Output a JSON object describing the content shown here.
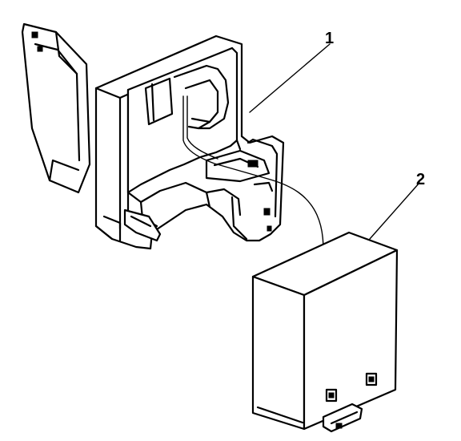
{
  "callouts": [
    {
      "id": "bracket",
      "label": "1"
    },
    {
      "id": "module",
      "label": "2"
    }
  ],
  "colors": {
    "line": "#000000",
    "background": "#ffffff"
  }
}
